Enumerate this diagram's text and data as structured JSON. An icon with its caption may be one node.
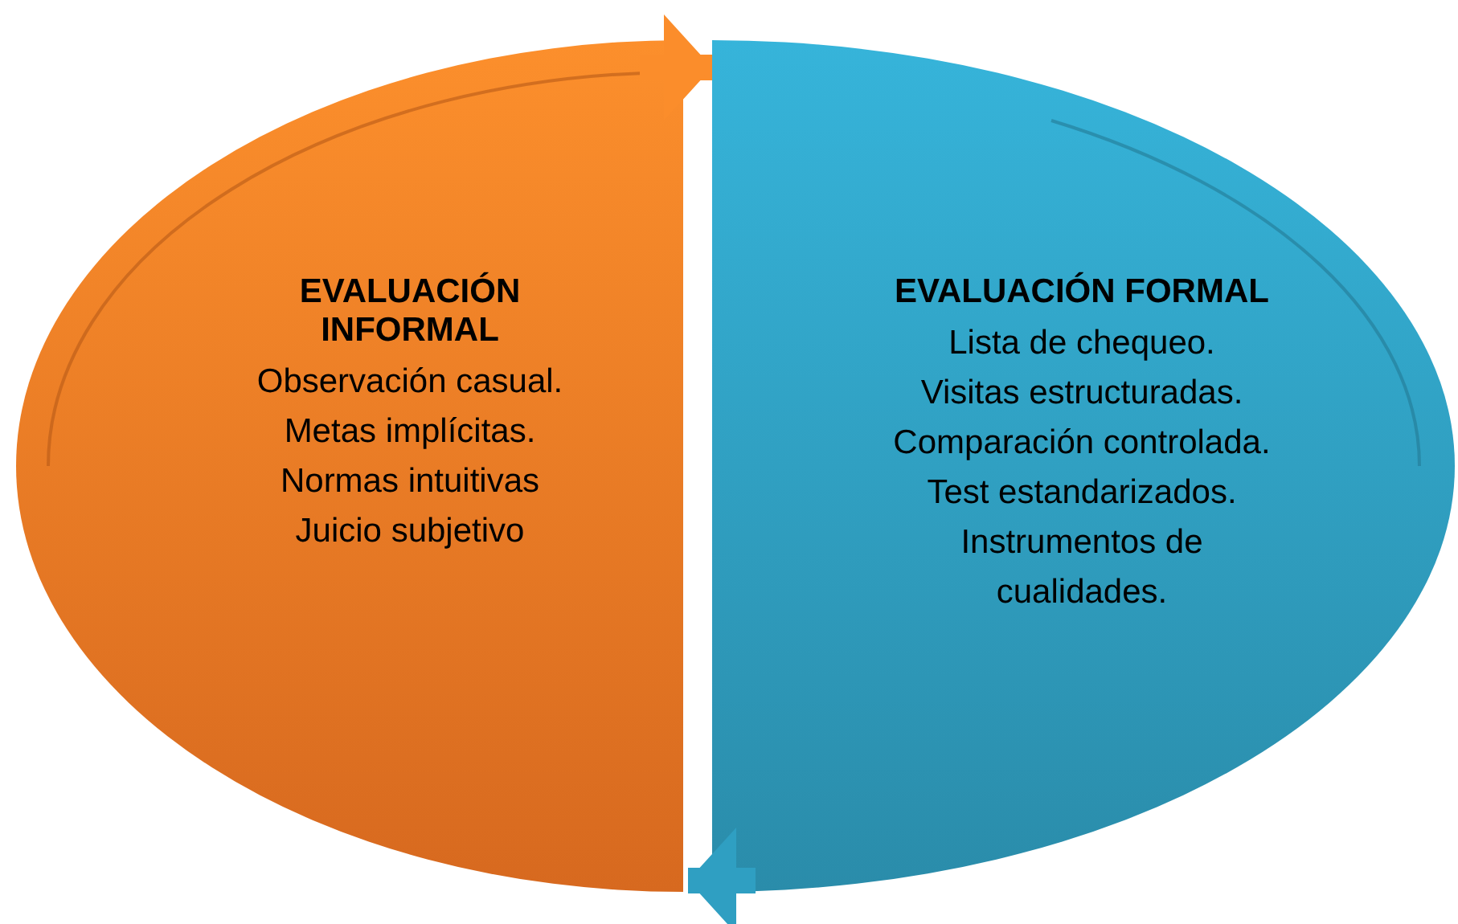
{
  "diagram": {
    "nodes": [
      {
        "text": [
          "EVALUACIÓN INFORMAL",
          "Observación casual.",
          "Metas implícitas.",
          "Normas intuitivas",
          "Juicio subjetivo"
        ]
      },
      {
        "text": [
          "EVALUACIÓN FORMAL",
          "Lista de chequeo.",
          "Visitas estructuradas.",
          "Comparación controlada.",
          "Test estandarizados.",
          "Instrumentos de cualidades."
        ]
      }
    ],
    "edges": [
      {
        "from": 0,
        "to": 1,
        "arrow": "to",
        "color": "#fb8d2b"
      },
      {
        "from": 1,
        "to": 0,
        "arrow": "to",
        "color": "#2f9fc2"
      }
    ]
  }
}
